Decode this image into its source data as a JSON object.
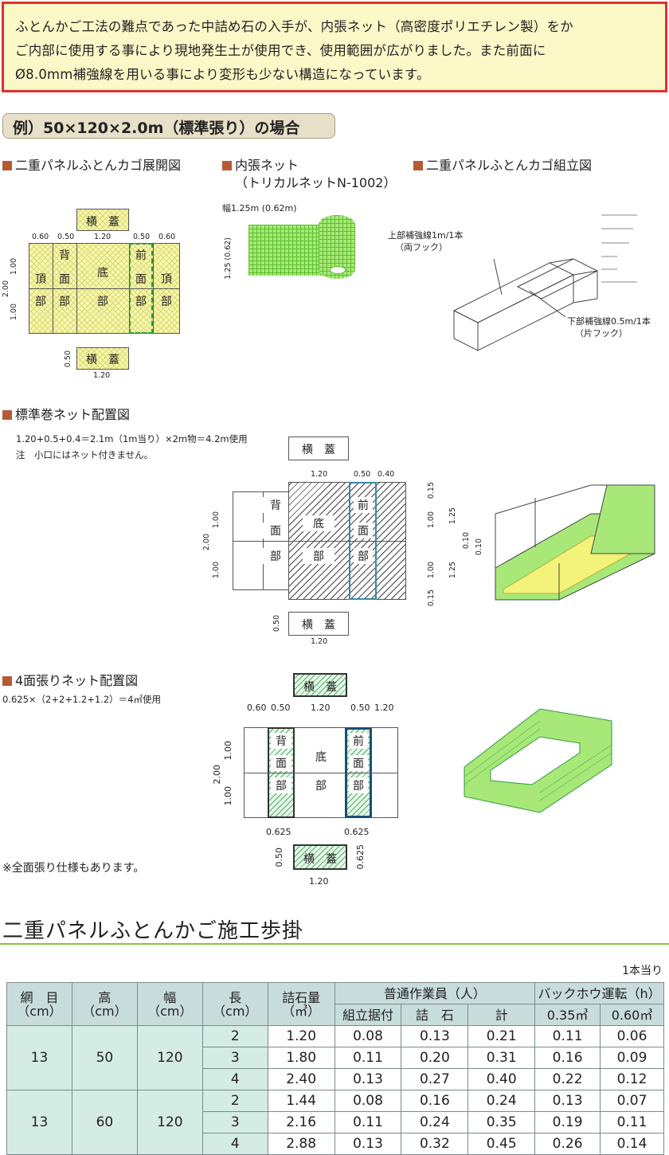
{
  "notice": {
    "lines": [
      "ふとんかご工法の難点であった中詰め石の入手が、内張ネット（高密度ポリエチレン製）をか",
      "ご内部に使用する事により現地発生土が使用でき、使用範囲が広がりました。また前面に",
      "Ø8.0mm補強線を用いる事により変形も少ない構造になっています。"
    ]
  },
  "example_label": "例）50×120×2.0m（標準張り）の場合",
  "section1": {
    "expand_title": "二重パネルふとんカゴ展開図",
    "net_title": "内張ネット",
    "net_subtitle": "（トリカルネットN-1002）",
    "assembly_title": "二重パネルふとんカゴ組立図",
    "net_width": "幅1.25m (0.62m)",
    "net_height": "1.25 (0.62)",
    "upper_wire": "上部補強線1m/1本",
    "upper_hook": "（両フック）",
    "lower_wire": "下部補強線0.5m/1本",
    "lower_hook": "（片フック）",
    "dims_top": [
      "0.60",
      "0.50",
      "1.20",
      "0.50",
      "0.60"
    ],
    "dim_left_total": "2.00",
    "dim_left_a": "1.00",
    "dim_left_b": "1.00",
    "lid": "横　蓋",
    "lid_dim_h": "0.50",
    "lid_dim_w": "1.20",
    "cells": {
      "back_a": "背",
      "back_b": "面",
      "back_c": "部",
      "bottom_a": "底",
      "bottom_b": "部",
      "front_a": "前",
      "front_b": "面",
      "front_c": "部",
      "top_a": "頂",
      "top_b": "部"
    }
  },
  "section2": {
    "title": "標準巻ネット配置図",
    "formula": "1.20+0.5+0.4＝2.1m（1m当り）×2m物＝4.2m使用",
    "note": "注　小口にはネット付きません。",
    "dims_top": [
      "1.20",
      "0.50",
      "0.40"
    ],
    "dims_right": [
      "0.15",
      "1.00",
      "1.00",
      "0.15"
    ],
    "dims_right_outer": [
      "1.25",
      "1.25"
    ],
    "dims_mid": [
      "0.10",
      "0.10"
    ],
    "lid": "横　蓋",
    "lid_dim_h": "0.50",
    "lid_dim_w": "1.20",
    "dim_left_total": "2.00",
    "dim_left_a": "1.00",
    "dim_left_b": "1.00"
  },
  "section3": {
    "title": "4面張りネット配置図",
    "formula": "0.625×（2+2+1.2+1.2）＝4㎡使用",
    "dims_top": [
      "0.60",
      "0.50",
      "1.20",
      "0.50",
      "1.20"
    ],
    "dim_bottom": "0.625",
    "lid": "横　蓋",
    "lid_dim_h": "0.50",
    "lid_dim_w": "1.20",
    "lid_dim_r": "0.625",
    "dim_left_total": "2.00",
    "dim_left_a": "1.00",
    "dim_left_b": "1.00",
    "footnote": "※全面張り仕様もあります。"
  },
  "productivity": {
    "title": "二重パネルふとんかご施工歩掛",
    "unit_note": "1本当り",
    "headers": {
      "mesh": "網　目",
      "mesh_unit": "（cm）",
      "height": "高",
      "height_unit": "（cm）",
      "width": "幅",
      "width_unit": "（cm）",
      "length": "長",
      "length_unit": "（cm）",
      "stone": "詰石量",
      "stone_unit": "（㎥）",
      "worker": "普通作業員（人）",
      "worker_cols": [
        "組立据付",
        "詰　石",
        "計"
      ],
      "backhoe": "バックホウ運転（h）",
      "backhoe_cols": [
        "0.35㎥",
        "0.60㎥"
      ]
    },
    "groups": [
      {
        "mesh": "13",
        "height": "50",
        "width": "120",
        "rows": [
          [
            "2",
            "1.20",
            "0.08",
            "0.13",
            "0.21",
            "0.11",
            "0.06"
          ],
          [
            "3",
            "1.80",
            "0.11",
            "0.20",
            "0.31",
            "0.16",
            "0.09"
          ],
          [
            "4",
            "2.40",
            "0.13",
            "0.27",
            "0.40",
            "0.22",
            "0.12"
          ]
        ]
      },
      {
        "mesh": "13",
        "height": "60",
        "width": "120",
        "rows": [
          [
            "2",
            "1.44",
            "0.08",
            "0.16",
            "0.24",
            "0.13",
            "0.07"
          ],
          [
            "3",
            "2.16",
            "0.11",
            "0.24",
            "0.35",
            "0.19",
            "0.11"
          ],
          [
            "4",
            "2.88",
            "0.13",
            "0.32",
            "0.45",
            "0.26",
            "0.14"
          ]
        ]
      }
    ]
  }
}
